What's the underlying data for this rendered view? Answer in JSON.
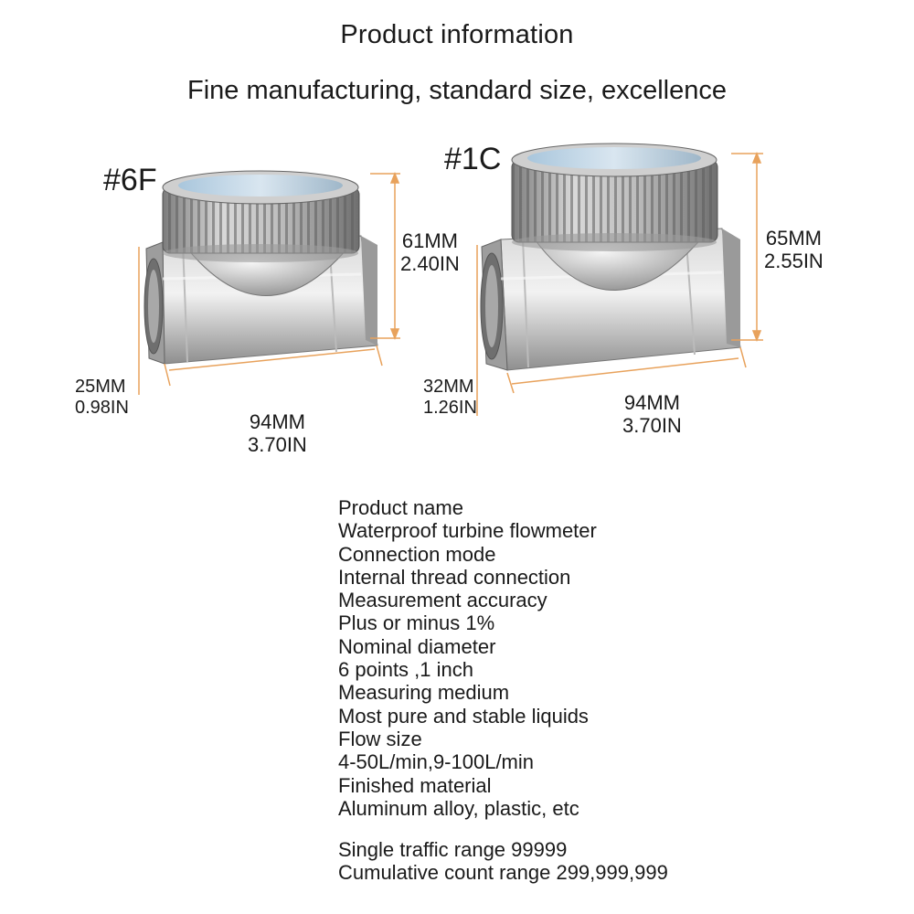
{
  "header": {
    "title": "Product information",
    "subtitle": "Fine manufacturing, standard size, excellence"
  },
  "models": [
    {
      "label": "#6F",
      "height_mm": "61MM",
      "height_in": "2.40IN",
      "diameter_mm": "25MM",
      "diameter_in": "0.98IN",
      "length_mm": "94MM",
      "length_in": "3.70IN"
    },
    {
      "label": "#1C",
      "height_mm": "65MM",
      "height_in": "2.55IN",
      "diameter_mm": "32MM",
      "diameter_in": "1.26IN",
      "length_mm": "94MM",
      "length_in": "3.70IN"
    }
  ],
  "specs": {
    "lines": [
      "Product name",
      "Waterproof turbine flowmeter",
      "Connection mode",
      "Internal thread connection",
      "Measurement accuracy",
      "Plus or minus 1%",
      "Nominal diameter",
      "6 points ,1 inch",
      "Measuring medium",
      "Most pure and stable liquids",
      "Flow size",
      "4-50L/min,9-100L/min",
      "Finished material",
      "Aluminum alloy, plastic, etc"
    ],
    "extra": [
      "Single traffic range 99999",
      "Cumulative count range 299,999,999"
    ]
  },
  "colors": {
    "dimension_line": "#e8a25c",
    "metal_light": "#e6e6e6",
    "metal_dark": "#8a8a8a"
  }
}
